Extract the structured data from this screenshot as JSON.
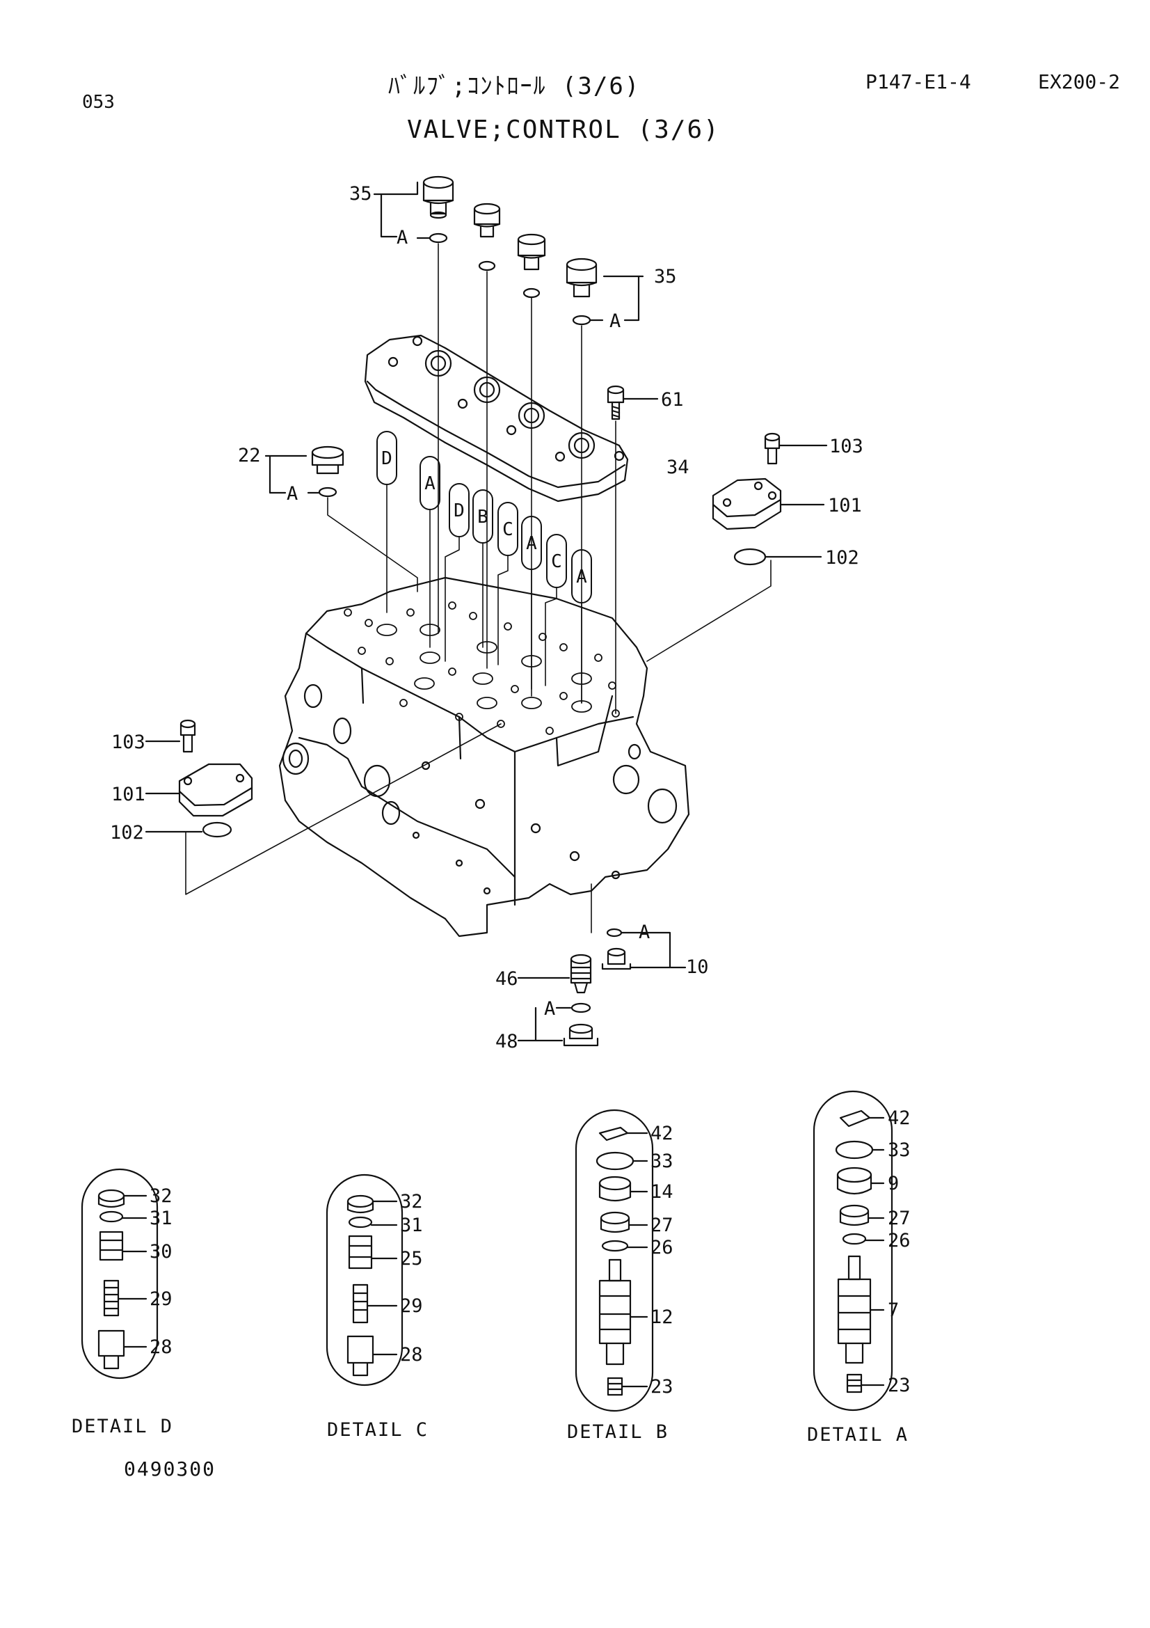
{
  "header": {
    "page_no": "053",
    "title_jp": "ﾊﾞﾙﾌﾞ;ｺﾝﾄﾛｰﾙ (3/6)",
    "title_en": "VALVE;CONTROL (3/6)",
    "ref_code": "P147-E1-4",
    "model": "EX200-2"
  },
  "callouts": {
    "c35a": "35",
    "c35b": "35",
    "c61": "61",
    "c22": "22",
    "c34": "34",
    "c103r": "103",
    "c101r": "101",
    "c102r": "102",
    "c103l": "103",
    "c101l": "101",
    "c102l": "102",
    "c46": "46",
    "c48": "48",
    "c10": "10",
    "a1": "A",
    "a2": "A",
    "a3": "A",
    "a4": "A",
    "a5": "A"
  },
  "spool_tags": [
    "D",
    "A",
    "D",
    "B",
    "C",
    "A",
    "C",
    "A"
  ],
  "details": [
    {
      "label": "DETAIL D",
      "parts": [
        "32",
        "31",
        "30",
        "29",
        "28"
      ]
    },
    {
      "label": "DETAIL C",
      "parts": [
        "32",
        "31",
        "25",
        "29",
        "28"
      ]
    },
    {
      "label": "DETAIL B",
      "parts": [
        "42",
        "33",
        "14",
        "27",
        "26",
        "12",
        "23"
      ]
    },
    {
      "label": "DETAIL A",
      "parts": [
        "42",
        "33",
        "9",
        "27",
        "26",
        "7",
        "23"
      ]
    }
  ],
  "footer": {
    "drawing_no": "0490300"
  }
}
